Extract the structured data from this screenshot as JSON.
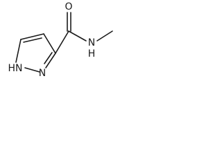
{
  "molecule": {
    "atoms": {
      "carbonyl_oxygen": "O",
      "amide_nitrogen": "N",
      "amide_hydrogen": "H",
      "ring_nitrogen_nh": "HN",
      "ring_nitrogen": "N"
    }
  }
}
